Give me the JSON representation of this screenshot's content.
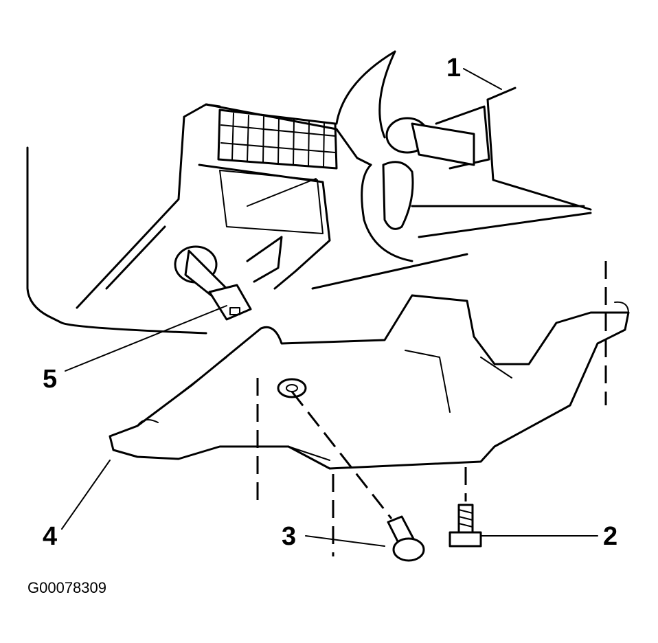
{
  "figure_id": "G00078309",
  "callouts": [
    {
      "number": "1"
    },
    {
      "number": "2"
    },
    {
      "number": "3"
    },
    {
      "number": "4"
    },
    {
      "number": "5"
    }
  ]
}
